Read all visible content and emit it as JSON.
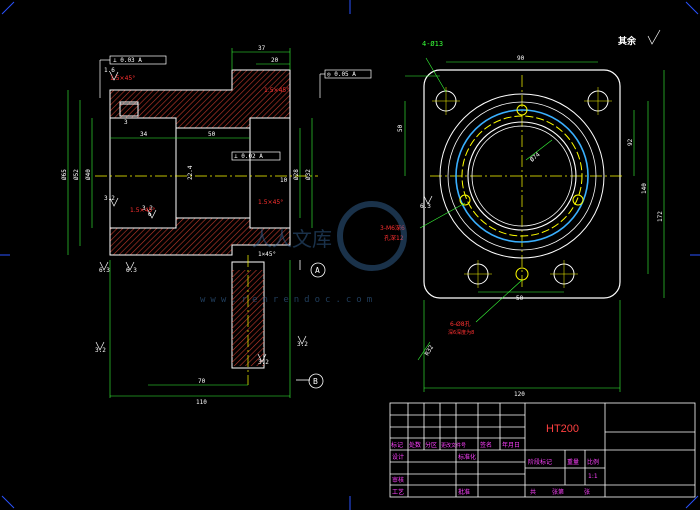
{
  "colors": {
    "background": "#000000",
    "outline": "#ffffff",
    "dimension": "#39ff39",
    "hatch": "#c0392b",
    "centerline": "#ffff00",
    "circle_accent": "#3ab0ff",
    "title_text": "#ff4040",
    "watermark": "#3a6ea5"
  },
  "surface_finish_note": "其余",
  "section_view": {
    "dimensions": {
      "top_37": "37",
      "top_20": "20",
      "length_34": "34",
      "length_50": "50",
      "length_70": "70",
      "length_110": "110",
      "dia_65": "Ø65",
      "dia_28": "Ø28",
      "dia_32": "Ø32",
      "dia_40": "Ø40",
      "dia_52": "Ø52",
      "dim_22_4": "22.4",
      "dim_10": "10",
      "depth_6": "6",
      "dim_2x45": "1×45°",
      "small_3": "3"
    },
    "roughness": [
      "6.3",
      "6.3",
      "3.2",
      "3.2",
      "3.2",
      "3.2",
      "1.6",
      "3.2"
    ],
    "tolerance_frames": [
      "⊥ 0.03 A",
      "◎ 0.05 A",
      "⊥ 0.02 A"
    ],
    "chamfer_notes": [
      "1.5×45°",
      "1.5×45°",
      "1.5×45°",
      "1.5×45°"
    ],
    "datum_a": "A",
    "datum_b": "B"
  },
  "front_view": {
    "dimensions": {
      "holes": "4-Ø13",
      "width_90": "90",
      "height_50": "50",
      "dim_92": "92",
      "dim_140": "140",
      "dim_172": "172",
      "width_120": "120",
      "dim_50_bottom": "50",
      "r32": "R32",
      "d74": "Ø74"
    },
    "leader_notes": [
      "3-M6深6",
      "孔深12",
      "6-Ø8孔",
      "深6深度为8"
    ],
    "roughness": [
      "6.3"
    ]
  },
  "title_block": {
    "material": "HT200",
    "row_labels": [
      "标记",
      "处数",
      "分区",
      "更改文件号",
      "签名",
      "年月日"
    ],
    "left_labels": [
      "设计",
      "审核",
      "工艺"
    ],
    "mid_labels": [
      "标准化",
      "批准"
    ],
    "stage_labels": [
      "阶段标记",
      "重量",
      "比例"
    ],
    "sheet_labels": [
      "共",
      "张第",
      "张"
    ],
    "scale_value": "1:1"
  },
  "watermark": {
    "brand": "人人文库",
    "url": "www.renrendoc.com"
  }
}
